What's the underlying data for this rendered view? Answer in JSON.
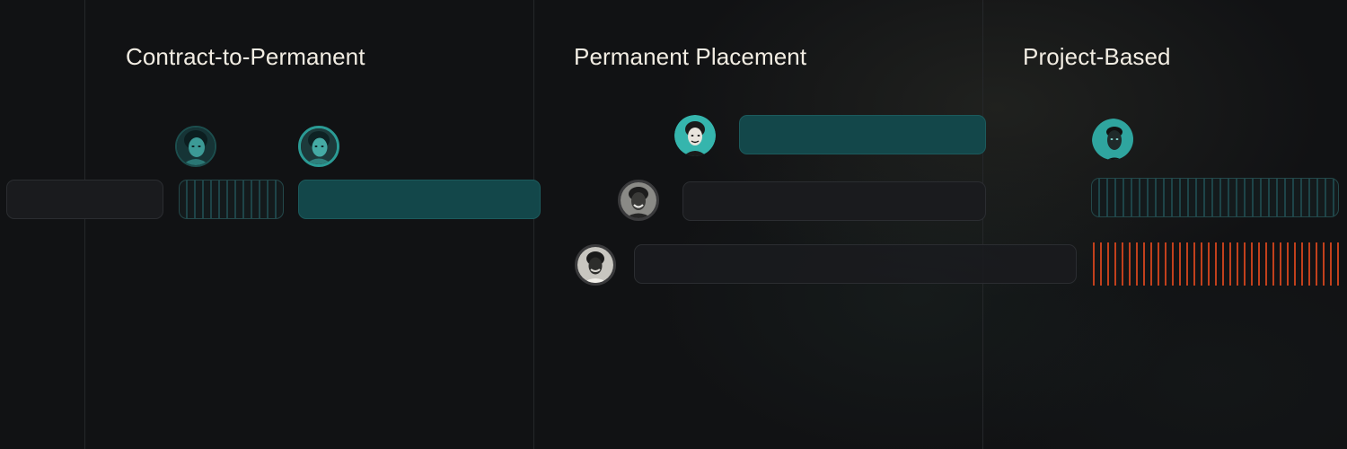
{
  "sections": [
    {
      "title": "Contract-to-Permanent"
    },
    {
      "title": "Permanent Placement"
    },
    {
      "title": "Project-Based"
    }
  ],
  "colors": {
    "background": "#111214",
    "title": "#f2ede3",
    "teal": "#13474a",
    "teal_accent": "#2b9b95",
    "alert": "#c2401c",
    "empty_bar": "#1a1b1e"
  },
  "icons": {
    "avatar": "person-portrait-icon"
  }
}
